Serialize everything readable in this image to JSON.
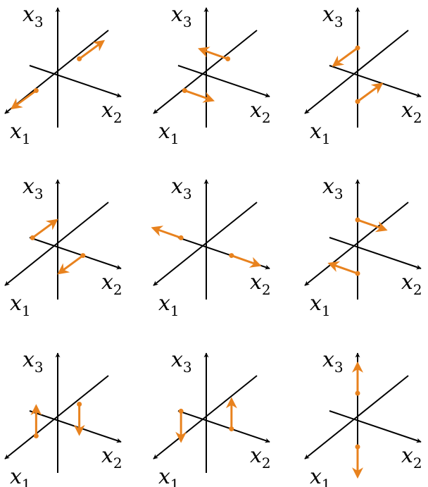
{
  "axis_labels": {
    "x1": "x",
    "x1_sub": "1",
    "x2": "x",
    "x2_sub": "2",
    "x3": "x",
    "x3_sub": "3"
  },
  "colors": {
    "axis": "#000000",
    "arrow": "#E8821E"
  },
  "panels": [
    {
      "id": "p11",
      "pair": "x1-x1",
      "arrows": [
        {
          "from": "x1+",
          "dir": "x1+"
        },
        {
          "from": "x1-",
          "dir": "x1-"
        }
      ]
    },
    {
      "id": "p12",
      "pair": "x1-x2",
      "arrows": [
        {
          "from": "x1+",
          "dir": "x2+"
        },
        {
          "from": "x1-",
          "dir": "x2-"
        }
      ]
    },
    {
      "id": "p13",
      "pair": "x1-x3",
      "arrows": [
        {
          "from": "x3+",
          "dir": "x1+"
        },
        {
          "from": "x3-",
          "dir": "x1-"
        }
      ]
    },
    {
      "id": "p21",
      "pair": "x2-x1",
      "arrows": [
        {
          "from": "x2+",
          "dir": "x1+"
        },
        {
          "from": "x2-",
          "dir": "x1-"
        }
      ]
    },
    {
      "id": "p22",
      "pair": "x2-x2",
      "arrows": [
        {
          "from": "x2+",
          "dir": "x2+"
        },
        {
          "from": "x2-",
          "dir": "x2-"
        }
      ]
    },
    {
      "id": "p23",
      "pair": "x2-x3",
      "arrows": [
        {
          "from": "x3+",
          "dir": "x2+"
        },
        {
          "from": "x3-",
          "dir": "x2-"
        }
      ]
    },
    {
      "id": "p31",
      "pair": "x3-x1",
      "arrows": [
        {
          "from": "x1+",
          "dir": "x3+"
        },
        {
          "from": "x1-",
          "dir": "x3-"
        }
      ]
    },
    {
      "id": "p32",
      "pair": "x3-x2",
      "arrows": [
        {
          "from": "x2+",
          "dir": "x3+"
        },
        {
          "from": "x2-",
          "dir": "x3-"
        }
      ]
    },
    {
      "id": "p33",
      "pair": "x3-x3",
      "arrows": [
        {
          "from": "x3+",
          "dir": "x3+"
        },
        {
          "from": "x3-",
          "dir": "x3-"
        }
      ]
    }
  ]
}
